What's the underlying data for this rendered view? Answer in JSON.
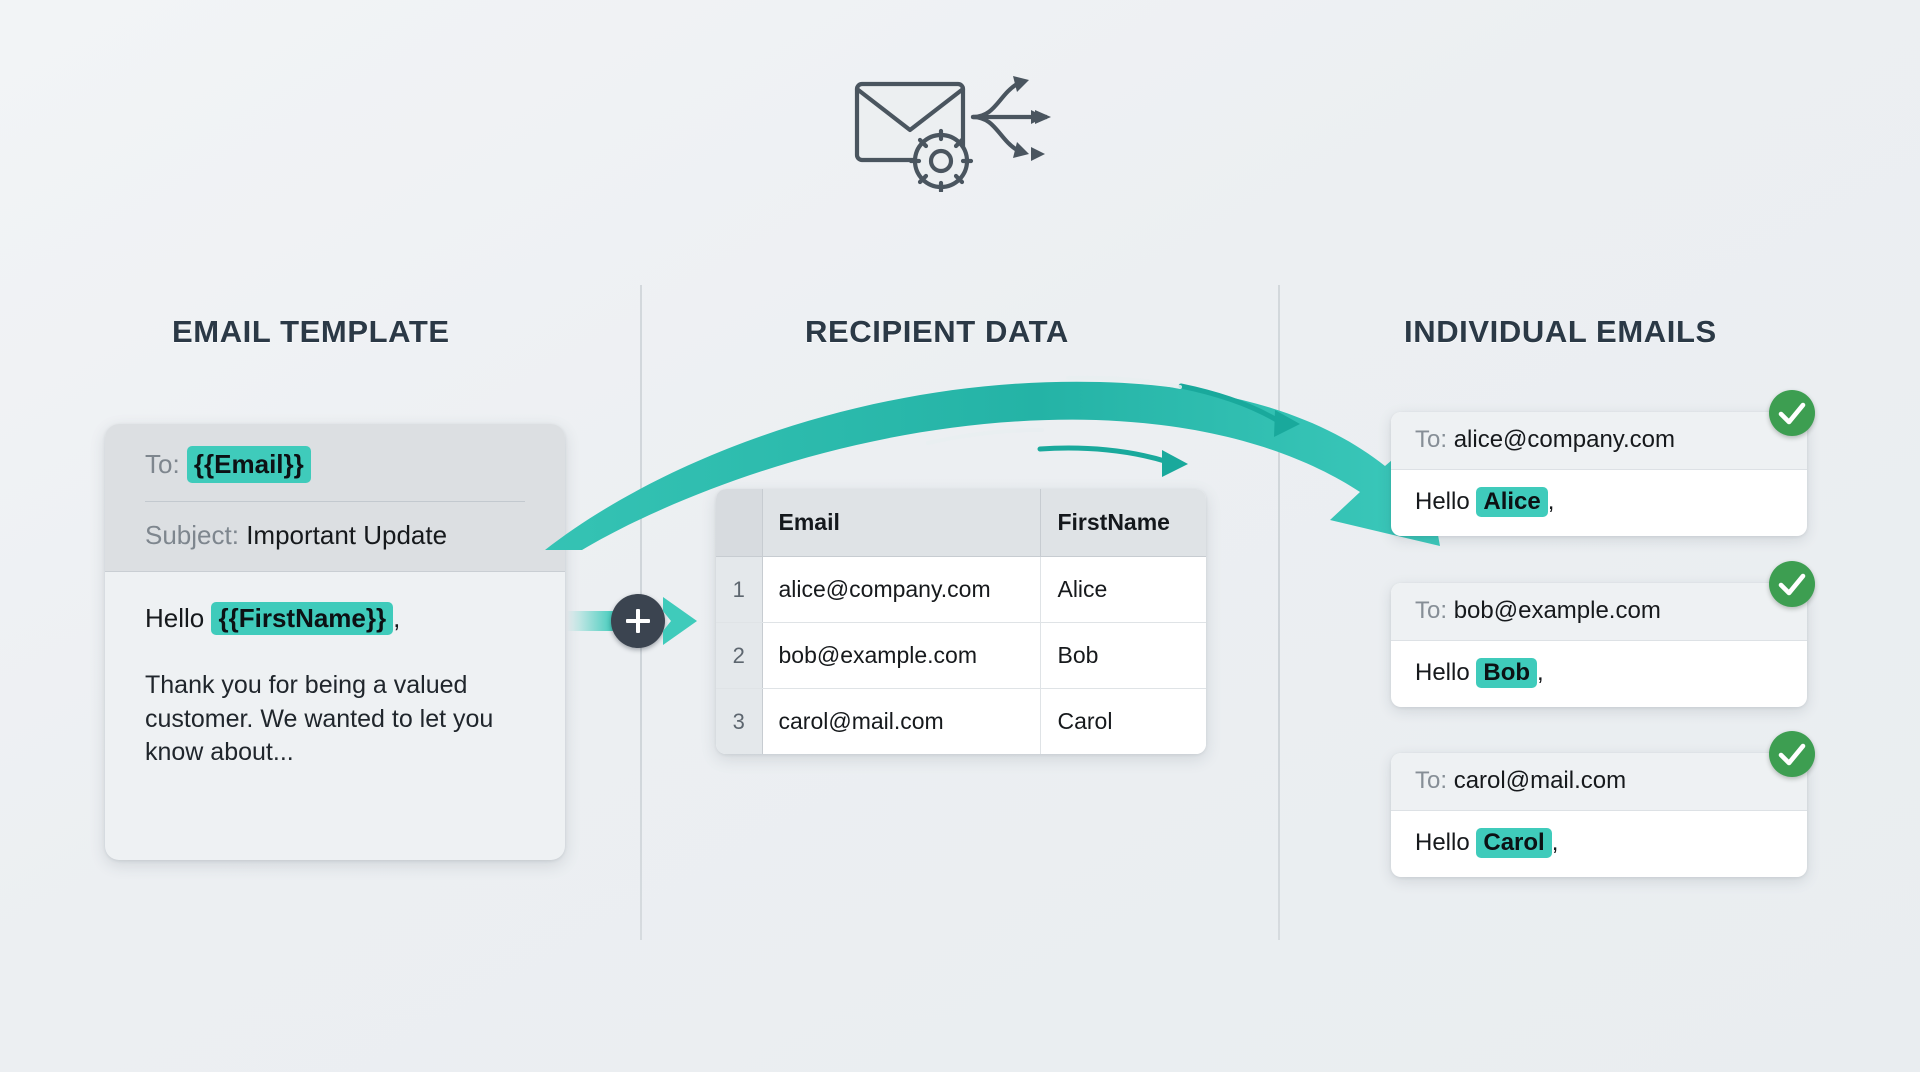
{
  "hero": {
    "icon": "envelope-gear-arrows-icon"
  },
  "columns": {
    "template_title": "EMAIL TEMPLATE",
    "recipient_title": "RECIPIENT DATA",
    "emails_title": "INDIVIDUAL EMAILS"
  },
  "template": {
    "to_label": "To:",
    "to_value": "{{Email}}",
    "subject_label": "Subject:",
    "subject_value": "Important Update",
    "greeting_prefix": "Hello",
    "greeting_token": "{{FirstName}}",
    "greeting_suffix": ",",
    "body": "Thank you for being a valued customer. We wanted to let you know about..."
  },
  "merge": {
    "plus_label": "+",
    "icon": "plus-circle-icon",
    "arrow_icon": "arrow-right-icon"
  },
  "recipients": {
    "columns": [
      "",
      "Email",
      "FirstName"
    ],
    "rows": [
      {
        "index": "1",
        "email": "alice@company.com",
        "first_name": "Alice"
      },
      {
        "index": "2",
        "email": "bob@example.com",
        "first_name": "Bob"
      },
      {
        "index": "3",
        "email": "carol@mail.com",
        "first_name": "Carol"
      }
    ]
  },
  "flow": {
    "arrow_icon": "curved-merge-arrow-icon"
  },
  "emails": [
    {
      "to_label": "To:",
      "to_value": "alice@company.com",
      "greeting_prefix": "Hello",
      "greeting_name": "Alice",
      "greeting_suffix": ",",
      "status_icon": "check-circle-icon"
    },
    {
      "to_label": "To:",
      "to_value": "bob@example.com",
      "greeting_prefix": "Hello",
      "greeting_name": "Bob",
      "greeting_suffix": ",",
      "status_icon": "check-circle-icon"
    },
    {
      "to_label": "To:",
      "to_value": "carol@mail.com",
      "greeting_prefix": "Hello",
      "greeting_name": "Carol",
      "greeting_suffix": ",",
      "status_icon": "check-circle-icon"
    }
  ],
  "colors": {
    "background": "#eef1f3",
    "accent_teal": "#2bbbad",
    "highlight_chip": "#3fcbbb",
    "success_green": "#3d9e51",
    "title_text": "#2b3946",
    "plus_circle": "#3b4450"
  }
}
